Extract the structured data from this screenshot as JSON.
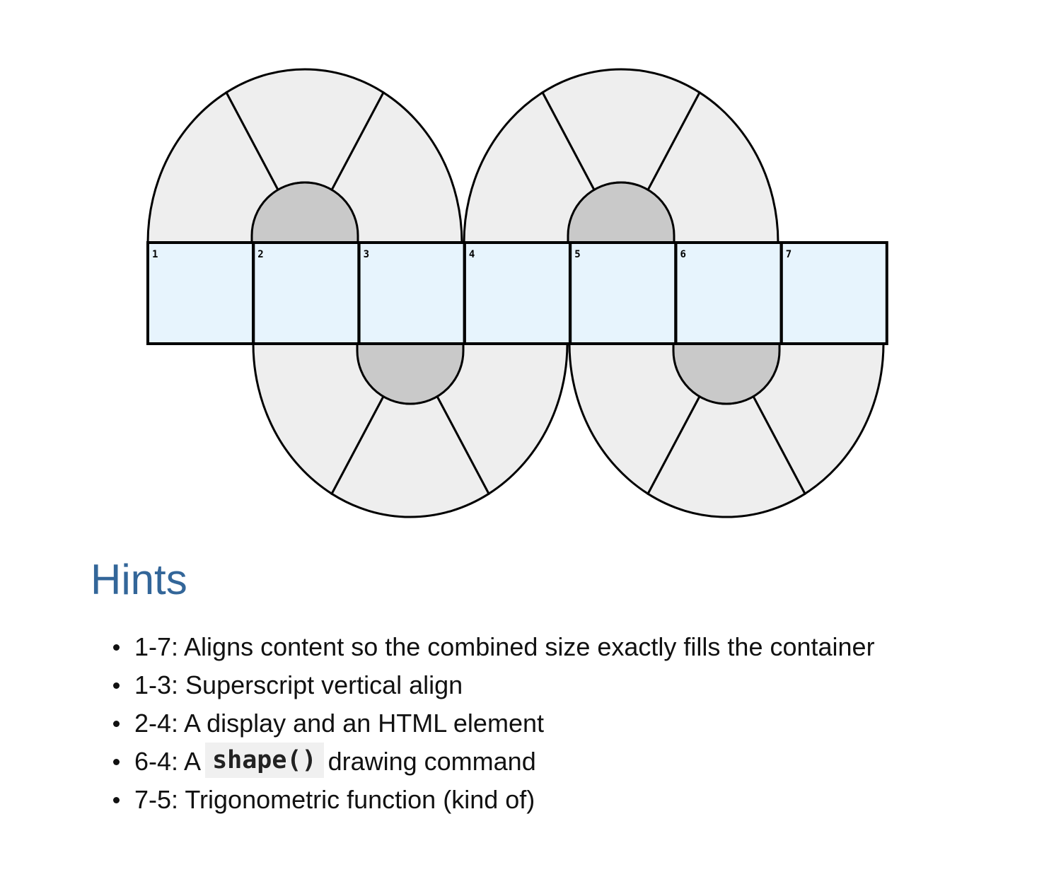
{
  "puzzle": {
    "cell_numbers": [
      "1",
      "2",
      "3",
      "4",
      "5",
      "6",
      "7"
    ],
    "colors": {
      "main_cell_fill": "#e7f4fd",
      "arc_cell_fill": "#eeeeee",
      "inner_cap_fill": "#c9c9c9",
      "stroke": "#000000"
    }
  },
  "hints": {
    "heading": "Hints",
    "heading_color": "#336699",
    "items": [
      {
        "clue": "1-7: Aligns content so the combined size exactly fills the container"
      },
      {
        "clue": "1-3: Superscript vertical align"
      },
      {
        "clue": "2-4: A display and an HTML element"
      },
      {
        "clue_before": "6-4: A",
        "code": "shape()",
        "clue_after": "drawing command"
      },
      {
        "clue": "7-5: Trigonometric function (kind of)"
      }
    ]
  }
}
